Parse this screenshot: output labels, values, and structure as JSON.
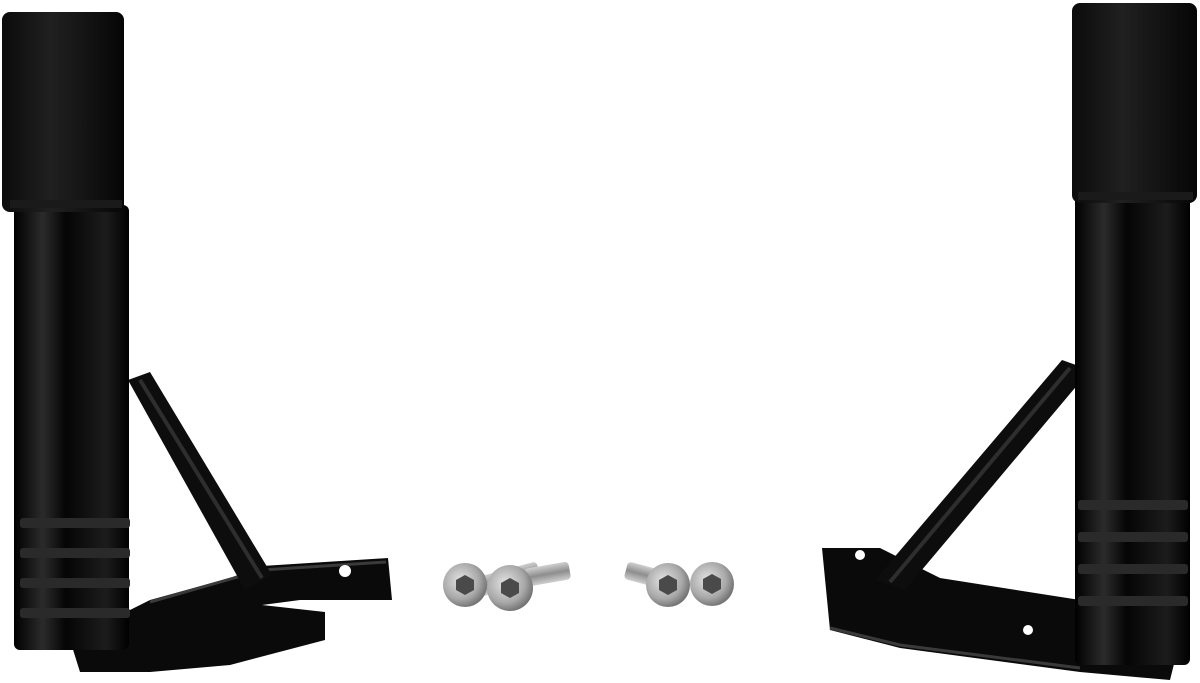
{
  "scene": {
    "background": "#ffffff",
    "colors": {
      "bracket_black": "#0a0a0a",
      "bracket_highlight": "#3a3a3a",
      "cap_matte": "#111111",
      "bolt_steel": "#a8a8a8",
      "bolt_dark": "#6e6e6e"
    },
    "objects": [
      "left-mount-bracket",
      "right-mount-bracket",
      "bolt",
      "bolt",
      "bolt",
      "bolt"
    ]
  }
}
